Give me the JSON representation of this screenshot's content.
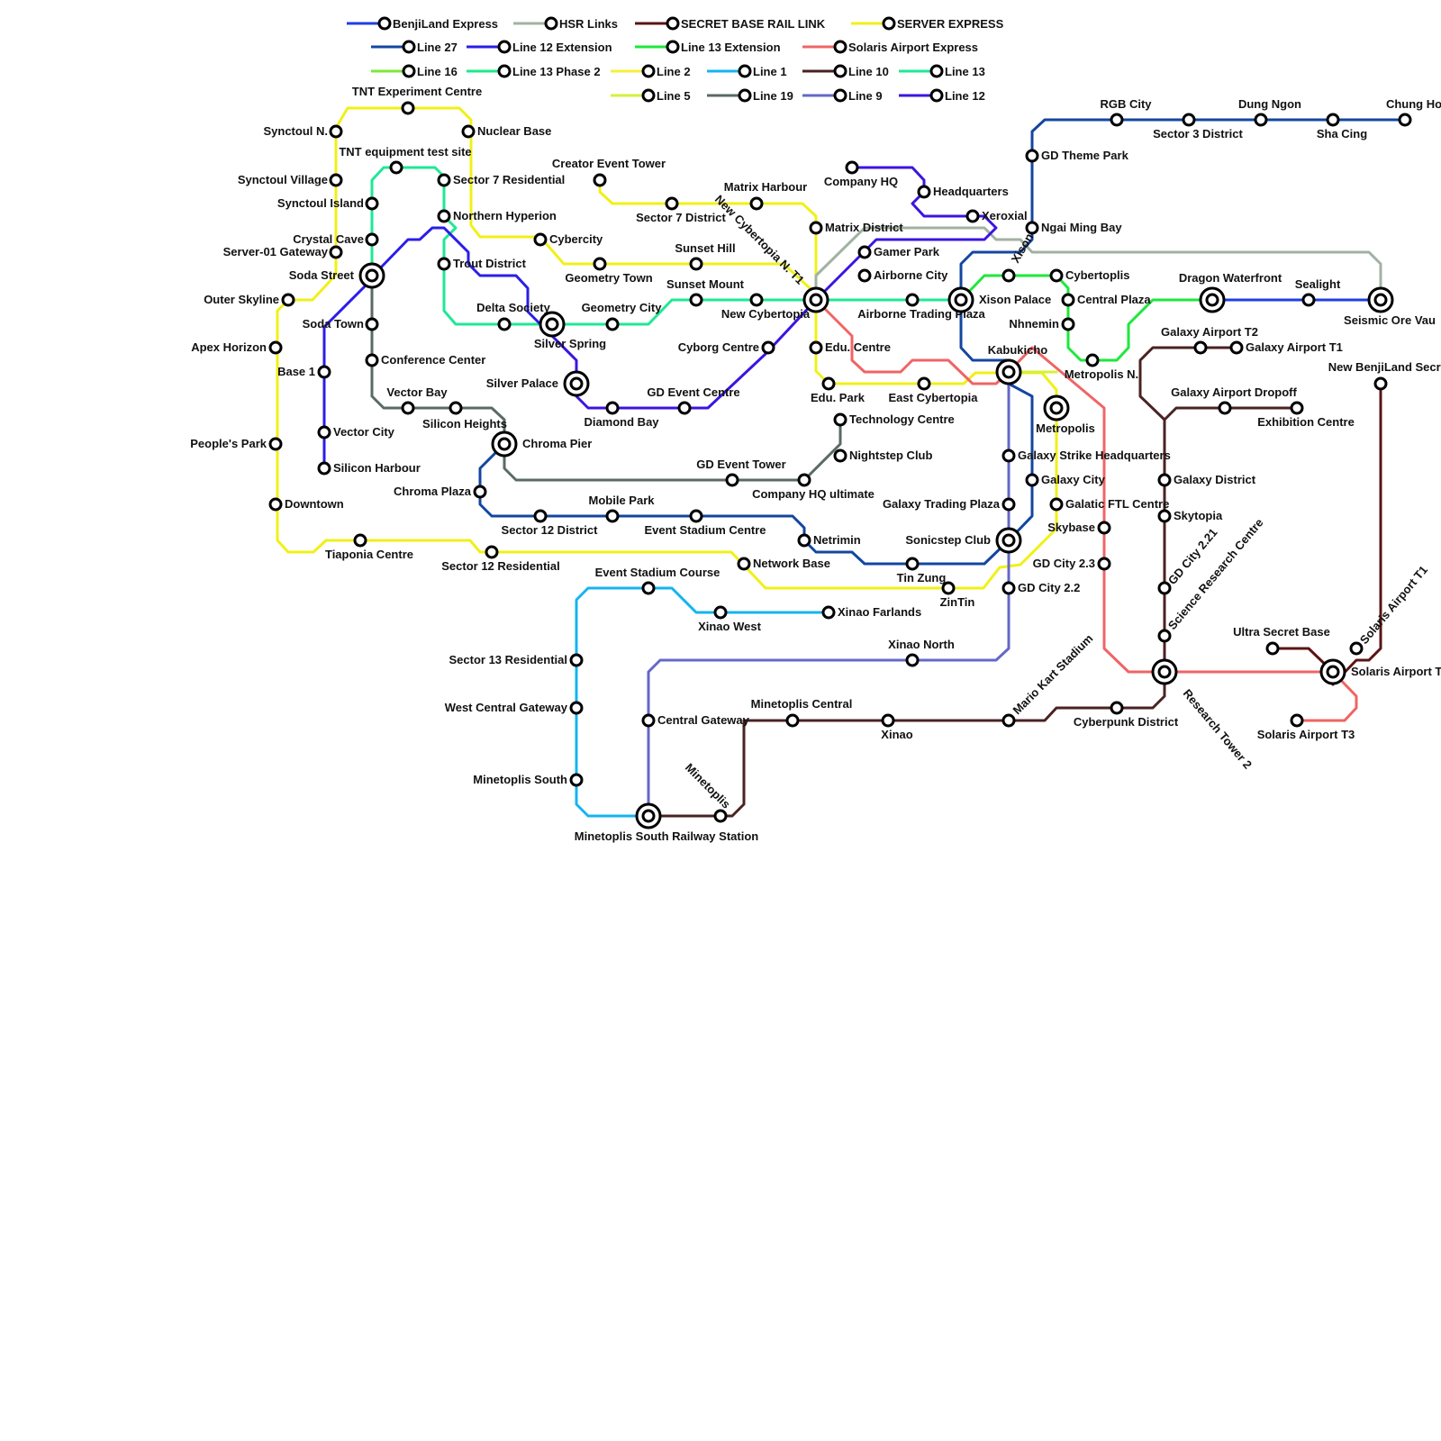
{
  "legend": [
    {
      "id": "benjiland_express",
      "name": "BenjiLand Express",
      "color": "#1f3fe0"
    },
    {
      "id": "hsr_links",
      "name": "HSR Links",
      "color": "#a2b2a2"
    },
    {
      "id": "secret_base_rail",
      "name": "SECRET BASE RAIL LINK",
      "color": "#5a1414"
    },
    {
      "id": "server_express",
      "name": "SERVER EXPRESS",
      "color": "#f0f018"
    },
    {
      "id": "line27",
      "name": "Line 27",
      "color": "#1346a0"
    },
    {
      "id": "line12ext",
      "name": "Line 12 Extension",
      "color": "#2a1ee8"
    },
    {
      "id": "line13ext",
      "name": "Line 13 Extension",
      "color": "#1ee83a"
    },
    {
      "id": "solaris_airport",
      "name": "Solaris Airport Express",
      "color": "#f06464"
    },
    {
      "id": "line16",
      "name": "Line 16",
      "color": "#7ee83a"
    },
    {
      "id": "line13p2",
      "name": "Line 13 Phase 2",
      "color": "#1ee88a"
    },
    {
      "id": "line2",
      "name": "Line 2",
      "color": "#f5f03a"
    },
    {
      "id": "line1",
      "name": "Line 1",
      "color": "#14b4f0"
    },
    {
      "id": "line10",
      "name": "Line 10",
      "color": "#4a2222"
    },
    {
      "id": "line13",
      "name": "Line 13",
      "color": "#1ee896"
    },
    {
      "id": "line5",
      "name": "Line 5",
      "color": "#d6f03a"
    },
    {
      "id": "line19",
      "name": "Line 19",
      "color": "#5a6a64"
    },
    {
      "id": "line9",
      "name": "Line 9",
      "color": "#6468c8"
    },
    {
      "id": "line12",
      "name": "Line 12",
      "color": "#3c14e0"
    }
  ],
  "stations": [
    "TNT Experiment Centre",
    "Synctoul N.",
    "Nuclear Base",
    "TNT equipment test site",
    "Synctoul Village",
    "Sector 7 Residential",
    "Synctoul Island",
    "Northern Hyperion",
    "Crystal Cave",
    "Server-01 Gateway",
    "Cybercity",
    "Trout District",
    "Soda Street",
    "Outer Skyline",
    "Delta Society",
    "Soda Town",
    "Silver Spring",
    "Apex Horizon",
    "Conference Center",
    "Base 1",
    "Silver Palace",
    "Vector Bay",
    "Silicon Heights",
    "Vector City",
    "People's Park",
    "Chroma Pier",
    "Silicon Harbour",
    "Chroma Plaza",
    "Downtown",
    "Tiaponia Centre",
    "Sector 12 Residential",
    "Creator Event Tower",
    "Sector 7 District",
    "Matrix Harbour",
    "New Cybertopia N. T1",
    "Matrix District",
    "Company HQ",
    "Headquarters",
    "Xeroxial",
    "Gamer Park",
    "Airborne City",
    "Sunset Hill",
    "Geometry Town",
    "Sunset Mount",
    "Geometry City",
    "New Cybertopia",
    "Airborne Trading Plaza",
    "Xison Palace",
    "Cyborg Centre",
    "Edu. Centre",
    "Edu. Park",
    "East Cybertopia",
    "GD Event Centre",
    "Diamond Bay",
    "Technology Centre",
    "Nightstep Club",
    "GD Event Tower",
    "Company HQ ultimate",
    "Mobile Park",
    "Sector 12 District",
    "Event Stadium Centre",
    "Netrimin",
    "Network Base",
    "Tin Zung",
    "ZinTin",
    "Event Stadium Course",
    "Xinao West",
    "Xinao Farlands",
    "Sector 13 Residential",
    "West Central Gateway",
    "Minetoplis South",
    "Minetoplis South Railway Station",
    "Minetoplis",
    "Central Gateway",
    "Minetoplis Central",
    "Xinao",
    "Xinao North",
    "RGB City",
    "Sector 3 District",
    "Dung Ngon",
    "Sha Cing",
    "Chung Ho",
    "GD Theme Park",
    "Ngai Ming Bay",
    "Xison",
    "Cybertoplis",
    "Central Plaza",
    "Nhnemin",
    "Dragon Waterfront",
    "Sealight",
    "Seismic Ore Vau",
    "Kabukicho",
    "Metropolis",
    "Metropolis N.",
    "Galaxy Airport T2",
    "Galaxy Airport T1",
    "New BenjiLand Secret",
    "Galaxy Airport Dropoff",
    "Exhibition Centre",
    "Galaxy Strike Headquarters",
    "Galaxy City",
    "Galaxy District",
    "Galaxy Trading Plaza",
    "Galatic FTL Centre",
    "Skytopia",
    "Sonicstep Club",
    "Skybase",
    "GD City 2.3",
    "GD City 2.2",
    "GD City 2.21",
    "Science Research Centre",
    "Ultra Secret Base",
    "Solaris Airport T1",
    "Solaris Airport T",
    "Mario Kart Stadium",
    "Research Tower 2",
    "Cyberpunk District",
    "Solaris Airport T3"
  ]
}
